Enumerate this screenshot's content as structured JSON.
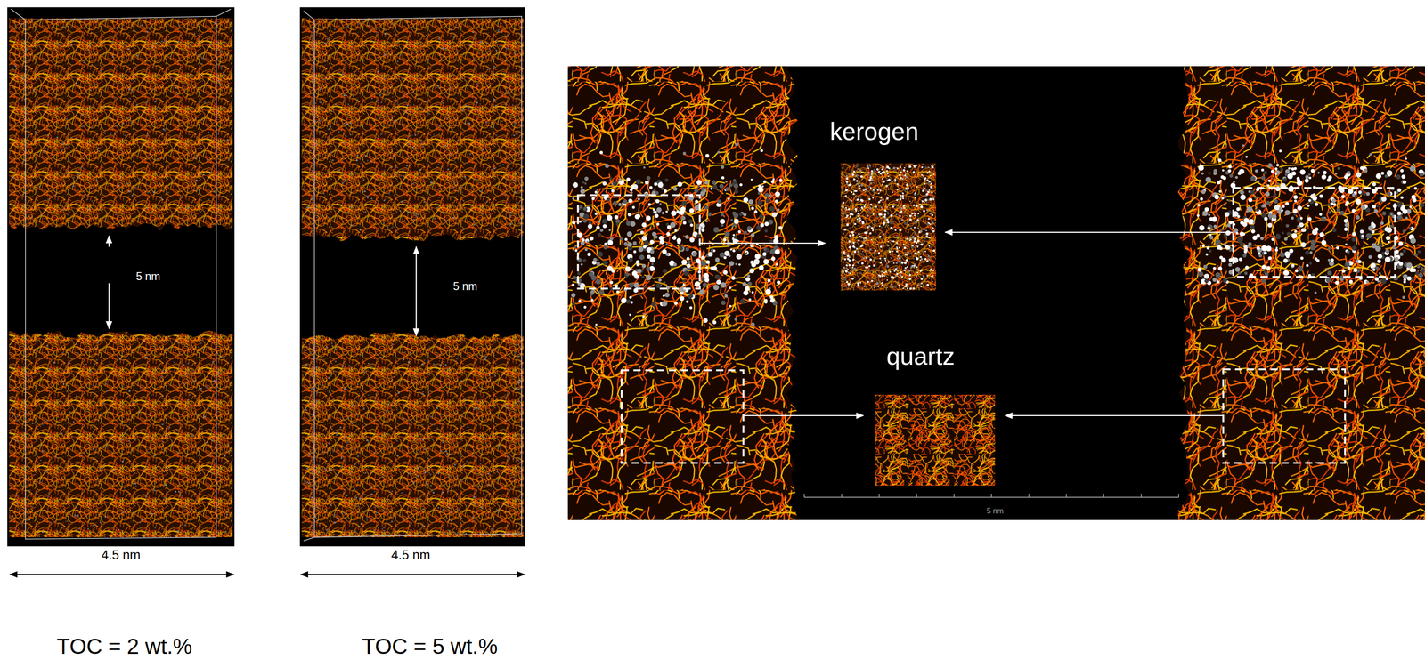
{
  "diagram": {
    "labels": [
      "5 nm",
      "4.5 nm",
      "TOC = 2 wt.%",
      "5 nm",
      "4.5 nm",
      "TOC = 5 wt.%",
      "kerogen",
      "quartz",
      "5 nm"
    ]
  }
}
